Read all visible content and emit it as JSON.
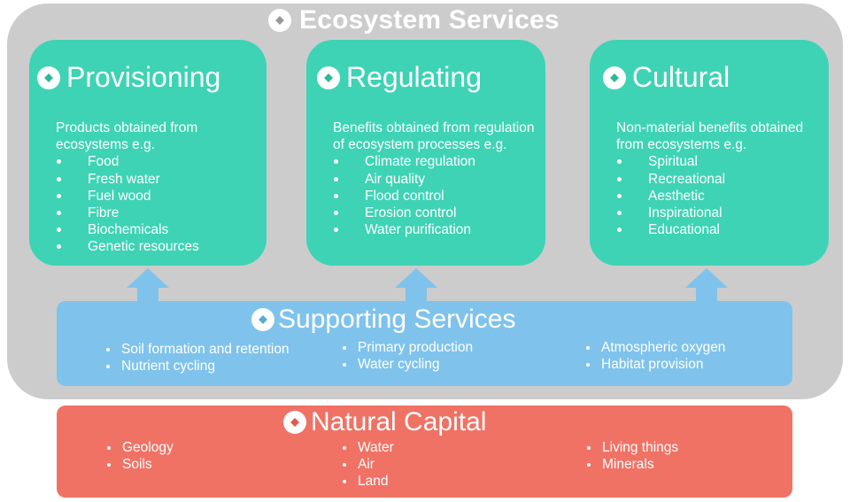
{
  "ecosystem_services": {
    "title": "Ecosystem Services"
  },
  "provisioning": {
    "title": "Provisioning",
    "intro": "Products obtained from ecosystems e.g.",
    "items": [
      "Food",
      "Fresh water",
      "Fuel wood",
      "Fibre",
      "Biochemicals",
      "Genetic resources"
    ]
  },
  "regulating": {
    "title": "Regulating",
    "intro": "Benefits obtained from regulation of ecosystem processes e.g.",
    "items": [
      "Climate regulation",
      "Air quality",
      "Flood control",
      "Erosion control",
      "Water purification"
    ]
  },
  "cultural": {
    "title": "Cultural",
    "intro": "Non-material benefits obtained from ecosystems e.g.",
    "items": [
      "Spiritual",
      "Recreational",
      "Aesthetic",
      "Inspirational",
      "Educational"
    ]
  },
  "supporting": {
    "title": "Supporting Services",
    "col1": [
      "Soil formation and retention",
      "Nutrient cycling"
    ],
    "col2": [
      "Primary production",
      "Water cycling"
    ],
    "col3": [
      "Atmospheric oxygen",
      "Habitat provision"
    ]
  },
  "natural_capital": {
    "title": "Natural Capital",
    "col1": [
      "Geology",
      "Soils"
    ],
    "col2": [
      "Water",
      "Air",
      "Land"
    ],
    "col3": [
      "Living things",
      "Minerals"
    ]
  },
  "colors": {
    "ecosystem_bg": "#cccccc",
    "service_card": "#3ed3b5",
    "supporting": "#7fc3ec",
    "natural_capital": "#f07265",
    "text": "#ffffff"
  },
  "icons": {
    "title_marker": "circle-diamond-icon",
    "arrow": "up-arrow-icon"
  }
}
